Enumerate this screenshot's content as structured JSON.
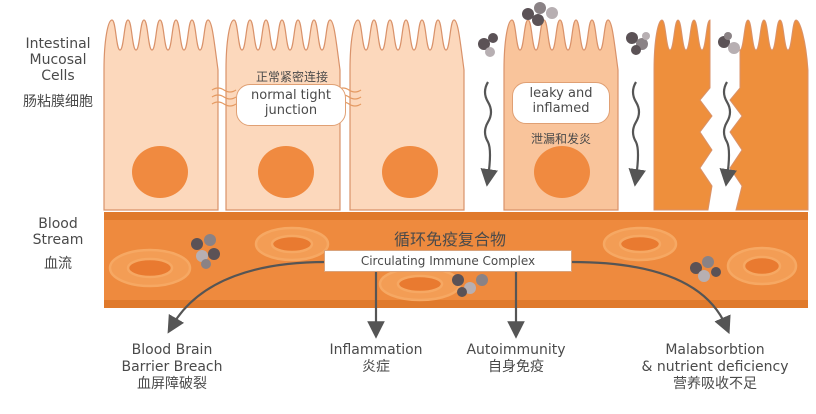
{
  "side_labels": {
    "cells_en": "Intestinal\nMucosal\nCells",
    "cells_cn": "肠粘膜细胞",
    "blood_en": "Blood\nStream",
    "blood_cn": "血流"
  },
  "cells": {
    "tight_cn": "正常紧密连接",
    "tight_en": "normal tight\njunction",
    "leaky_en": "leaky and\ninflamed",
    "leaky_cn": "泄漏和发炎"
  },
  "blood": {
    "title_cn": "循环免疫复合物",
    "complex_en": "Circulating Immune Complex"
  },
  "outcomes": [
    {
      "en": "Blood Brain\nBarrier Breach",
      "cn": "血屏障破裂"
    },
    {
      "en": "Inflammation",
      "cn": "炎症"
    },
    {
      "en": "Autoimmunity",
      "cn": "自身免疫"
    },
    {
      "en": "Malabsorbtion\n& nutrient deficiency",
      "cn": "营养吸收不足"
    }
  ],
  "colors": {
    "cell_light": "#fcd8bc",
    "cell_mid": "#f9c49b",
    "cell_dark": "#ee8f3c",
    "nucleus": "#f08a40",
    "blood": "#ee8a3e",
    "blood_cell": "#f39d55",
    "outline": "#d9926a",
    "arrow": "#555555",
    "particle": "#5b5256"
  }
}
